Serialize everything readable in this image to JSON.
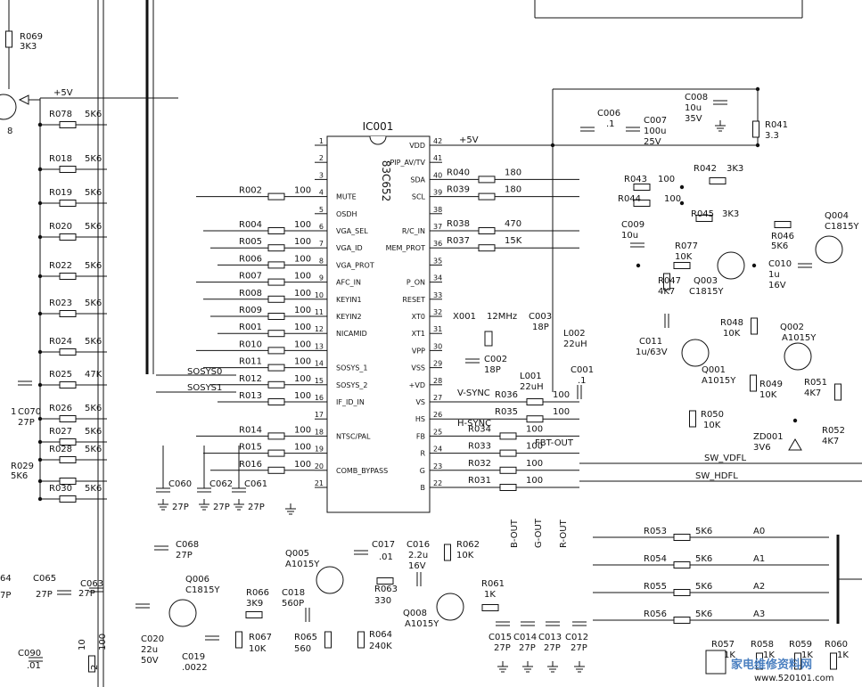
{
  "ic": {
    "ref": "IC001",
    "part": "83C652",
    "left_pins": [
      {
        "n": "1",
        "name": ""
      },
      {
        "n": "2",
        "name": ""
      },
      {
        "n": "3",
        "name": ""
      },
      {
        "n": "4",
        "name": "MUTE"
      },
      {
        "n": "5",
        "name": "OSDH"
      },
      {
        "n": "6",
        "name": "VGA_SEL"
      },
      {
        "n": "7",
        "name": "VGA_ID"
      },
      {
        "n": "8",
        "name": "VGA_PROT"
      },
      {
        "n": "9",
        "name": "AFC_IN"
      },
      {
        "n": "10",
        "name": "KEYIN1"
      },
      {
        "n": "11",
        "name": "KEYIN2"
      },
      {
        "n": "12",
        "name": "NICAMID"
      },
      {
        "n": "13",
        "name": ""
      },
      {
        "n": "14",
        "name": "SOSYS_1"
      },
      {
        "n": "15",
        "name": "SOSYS_2"
      },
      {
        "n": "16",
        "name": "IF_ID_IN"
      },
      {
        "n": "17",
        "name": ""
      },
      {
        "n": "18",
        "name": "NTSC/PAL"
      },
      {
        "n": "19",
        "name": ""
      },
      {
        "n": "20",
        "name": "COMB_BYPASS"
      },
      {
        "n": "21",
        "name": ""
      }
    ],
    "right_pins": [
      {
        "n": "42",
        "name": "VDD"
      },
      {
        "n": "41",
        "name": "PIP_AV/TV"
      },
      {
        "n": "40",
        "name": "SDA"
      },
      {
        "n": "39",
        "name": "SCL"
      },
      {
        "n": "38",
        "name": ""
      },
      {
        "n": "37",
        "name": "R/C_IN"
      },
      {
        "n": "36",
        "name": "MEM_PROT"
      },
      {
        "n": "35",
        "name": ""
      },
      {
        "n": "34",
        "name": "P_ON"
      },
      {
        "n": "33",
        "name": "RESET"
      },
      {
        "n": "32",
        "name": "XT0"
      },
      {
        "n": "31",
        "name": "XT1"
      },
      {
        "n": "30",
        "name": "VPP"
      },
      {
        "n": "29",
        "name": "VSS"
      },
      {
        "n": "28",
        "name": "+VD"
      },
      {
        "n": "27",
        "name": "VS"
      },
      {
        "n": "26",
        "name": "HS"
      },
      {
        "n": "25",
        "name": "FB"
      },
      {
        "n": "24",
        "name": "R"
      },
      {
        "n": "23",
        "name": "G"
      },
      {
        "n": "22",
        "name": "B"
      }
    ]
  },
  "left_resistors": [
    {
      "ref": "R002",
      "val": "100"
    },
    {
      "ref": "R004",
      "val": "100"
    },
    {
      "ref": "R005",
      "val": "100"
    },
    {
      "ref": "R006",
      "val": "100"
    },
    {
      "ref": "R007",
      "val": "100"
    },
    {
      "ref": "R008",
      "val": "100"
    },
    {
      "ref": "R009",
      "val": "100"
    },
    {
      "ref": "R001",
      "val": "100"
    },
    {
      "ref": "R010",
      "val": "100"
    },
    {
      "ref": "R011",
      "val": "100"
    },
    {
      "ref": "R012",
      "val": "100"
    },
    {
      "ref": "R013",
      "val": "100"
    },
    {
      "ref": "R014",
      "val": "100"
    },
    {
      "ref": "R015",
      "val": "100"
    },
    {
      "ref": "R016",
      "val": "100"
    }
  ],
  "pullups": [
    {
      "ref": "R078",
      "val": "5K6"
    },
    {
      "ref": "R018",
      "val": "5K6"
    },
    {
      "ref": "R019",
      "val": "5K6"
    },
    {
      "ref": "R020",
      "val": "5K6"
    },
    {
      "ref": "R022",
      "val": "5K6"
    },
    {
      "ref": "R023",
      "val": "5K6"
    },
    {
      "ref": "R024",
      "val": "5K6"
    },
    {
      "ref": "R025",
      "val": "47K"
    },
    {
      "ref": "R026",
      "val": "5K6"
    },
    {
      "ref": "R027",
      "val": "5K6"
    },
    {
      "ref": "R028",
      "val": "5K6"
    },
    {
      "ref": "R029",
      "val": "5K6"
    },
    {
      "ref": "R030",
      "val": "5K6"
    }
  ],
  "right_resistors": [
    {
      "ref": "R040",
      "val": "180"
    },
    {
      "ref": "R039",
      "val": "180"
    },
    {
      "ref": "R038",
      "val": "470"
    },
    {
      "ref": "R037",
      "val": "15K"
    },
    {
      "ref": "R036",
      "val": "100"
    },
    {
      "ref": "R035",
      "val": "100"
    },
    {
      "ref": "R034",
      "val": "100"
    },
    {
      "ref": "R033",
      "val": "100"
    },
    {
      "ref": "R032",
      "val": "100"
    },
    {
      "ref": "R031",
      "val": "100"
    }
  ],
  "misc_labels": {
    "r069": "R069",
    "r069_val": "3K3",
    "plus5v_left": "+5V",
    "plus5v_ic": "+5V",
    "q_left": "8",
    "sosys0": "SOSYS0",
    "sosys1": "SOSYS1",
    "c070": "C070",
    "c070_val": "27P",
    "c070_prefix": "1",
    "c060": "C060",
    "c060_val": "27P",
    "c062": "C062",
    "c062_val": "27P",
    "c061": "C061",
    "c061_val": "27P",
    "c006": "C006",
    "c006_val": ".1",
    "c007": "C007",
    "c007_val1": "100u",
    "c007_val2": "25V",
    "c008": "C008",
    "c008_val1": "10u",
    "c008_val2": "35V",
    "r041": "R041",
    "r041_val": "3.3",
    "r042": "R042",
    "r042_val": "3K3",
    "r043": "R043",
    "r043_val": "100",
    "r044": "R044",
    "r044_val": "100",
    "r045": "R045",
    "r045_val": "3K3",
    "r046": "R046",
    "r046_val": "5K6",
    "q004": "Q004",
    "q004_val": "C1815Y",
    "c009": "C009",
    "c009_val": "10u",
    "r077": "R077",
    "r077_val": "10K",
    "q003": "Q003",
    "q003_val": "C1815Y",
    "c010": "C010",
    "c010_val1": "1u",
    "c010_val2": "16V",
    "r047": "R047",
    "r047_val": "4K7",
    "r048": "R048",
    "r048_val": "10K",
    "q002": "Q002",
    "q002_val": "A1015Y",
    "c011": "C011",
    "c011_val": "1u/63V",
    "q001": "Q001",
    "q001_val": "A1015Y",
    "r049": "R049",
    "r049_val": "10K",
    "r051": "R051",
    "r051_val": "4K7",
    "r050": "R050",
    "r050_val": "10K",
    "zd001": "ZD001",
    "zd001_val": "3V6",
    "r052": "R052",
    "r052_val": "4K7",
    "x001": "X001",
    "x001_val": "12MHz",
    "c003": "C003",
    "c003_val": "18P",
    "l002": "L002",
    "l002_val": "22uH",
    "c002": "C002",
    "c002_val": "18P",
    "l001": "L001",
    "l001_val": "22uH",
    "c001": "C001",
    "c001_val": ".1",
    "vsync": "V-SYNC",
    "hsync": "H-SYNC",
    "fbt_out": "FBT-OUT",
    "sw_vdfl": "SW_VDFL",
    "sw_hdfl": "SW_HDFL",
    "b_out": "B-OUT",
    "g_out": "G-OUT",
    "r_out": "R-OUT",
    "c068": "C068",
    "c068_val": "27P",
    "q005": "Q005",
    "q005_val": "A1015Y",
    "c017": "C017",
    "c017_val": ".01",
    "c016": "C016",
    "c016_val1": "2.2u",
    "c016_val2": "16V",
    "r062": "R062",
    "r062_val": "10K",
    "r063": "R063",
    "r063_val": "330",
    "r061": "R061",
    "r061_val": "1K",
    "q008": "Q008",
    "q008_val": "A1015Y",
    "q006": "Q006",
    "q006_val": "C1815Y",
    "r066": "R066",
    "r066_val": "3K9",
    "c018": "C018",
    "c018_val": "560P",
    "c064_ref": "64",
    "c064_val": "7P",
    "c065": "C065",
    "c065_val": "27P",
    "c063": "C063",
    "c063_val": "27P",
    "c020": "C020",
    "c020_val1": "22u",
    "c020_val2": "50V",
    "c019": "C019",
    "c019_val": ".0022",
    "r067": "R067",
    "r067_val": "10K",
    "r065": "R065",
    "r065_val": "560",
    "r064": "R064",
    "r064_val": "240K",
    "c090": "C090",
    "c090_val": ".01",
    "bottom_10": "10",
    "bottom_100": "100",
    "bottom_2": "2",
    "c015": "C015",
    "c015_val": "27P",
    "c014": "C014",
    "c014_val": "27P",
    "c013": "C013",
    "c013_val": "27P",
    "c012": "C012",
    "c012_val": "27P",
    "r057": "R057",
    "r057_val": "1K",
    "r058": "R058",
    "r058_val": "1K",
    "r059": "R059",
    "r059_val": "1K",
    "r060": "R060",
    "r060_val": "1K"
  },
  "bus_resistors": [
    {
      "ref": "R053",
      "val": "5K6",
      "net": "A0"
    },
    {
      "ref": "R054",
      "val": "5K6",
      "net": "A1"
    },
    {
      "ref": "R055",
      "val": "5K6",
      "net": "A2"
    },
    {
      "ref": "R056",
      "val": "5K6",
      "net": "A3"
    }
  ],
  "watermark": {
    "text": "家电维修资料网",
    "url": "www.520101.com"
  }
}
